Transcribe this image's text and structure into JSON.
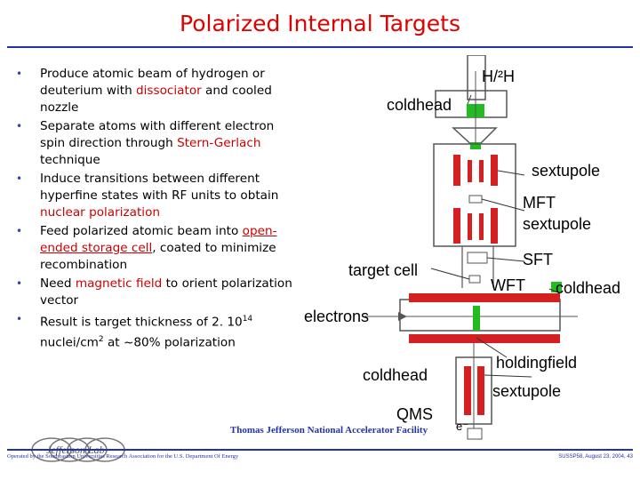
{
  "slide": {
    "title": "Polarized Internal Targets"
  },
  "bullets": [
    {
      "parts": [
        {
          "t": "Produce atomic beam of hydrogen or deuterium with "
        },
        {
          "t": "dissociator",
          "red": true
        },
        {
          "t": " and cooled nozzle"
        }
      ]
    },
    {
      "parts": [
        {
          "t": "Separate atoms with different electron spin direction through "
        },
        {
          "t": "Stern-Gerlach",
          "red": true
        },
        {
          "t": " technique"
        }
      ]
    },
    {
      "parts": [
        {
          "t": "Induce transitions between different hyperfine states with RF units to obtain "
        },
        {
          "t": "nuclear polarization",
          "red": true
        }
      ]
    },
    {
      "parts": [
        {
          "t": "Feed polarized atomic beam into "
        },
        {
          "t": "open-ended storage cell",
          "red": true,
          "underline": true
        },
        {
          "t": ", coated to minimize recombination"
        }
      ]
    },
    {
      "parts": [
        {
          "t": "Need "
        },
        {
          "t": "magnetic field",
          "red": true
        },
        {
          "t": " to orient polarization vector"
        }
      ]
    },
    {
      "parts": [
        {
          "t": "Result is target thickness of 2. 10"
        },
        {
          "t": "14",
          "sup": true
        },
        {
          "t": " nuclei/cm"
        },
        {
          "t": "2",
          "sup": true
        },
        {
          "t": " at ~80% polarization"
        }
      ]
    }
  ],
  "diagram": {
    "labels": {
      "h2h": "H/²H",
      "coldhead_top": "coldhead",
      "sextupole1": "sextupole",
      "mft": "MFT",
      "sextupole2": "sextupole",
      "sft": "SFT",
      "target_cell": "target cell",
      "wft": "WFT",
      "coldhead_right": "coldhead",
      "electrons": "electrons",
      "coldhead_bottom": "coldhead",
      "holdingfield": "holdingfield",
      "sextupole3": "sextupole",
      "qms": "QMS",
      "e_minus": "e⁻"
    },
    "colors": {
      "magnet": "#d42020",
      "green": "#22bb22",
      "frame": "#555555"
    }
  },
  "footer": {
    "logo_text": "Jefferson Lab",
    "lab_name": "Thomas Jefferson National Accelerator Facility",
    "operated_by": "Operated by the Southeastern Universities Research Association for the U.S. Department Of Energy",
    "slide_info": "SUSSP58, August 23, 2004, 43"
  }
}
